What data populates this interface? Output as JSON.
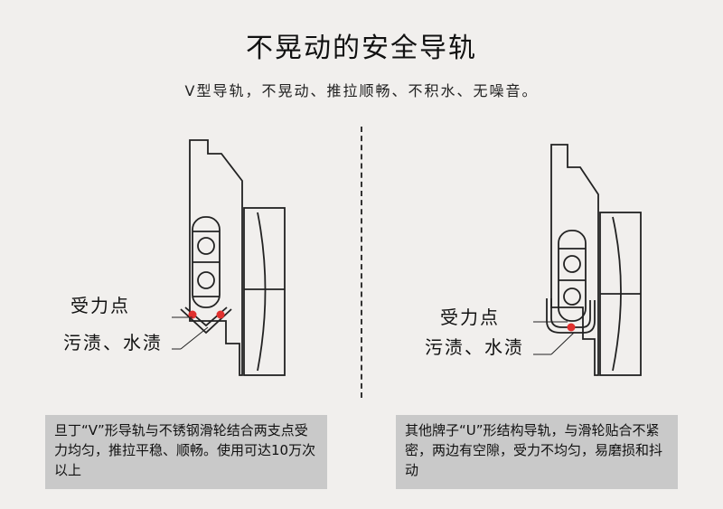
{
  "title": "不晃动的安全导轨",
  "subtitle": "V型导轨，不晃动、推拉顺畅、不积水、无噪音。",
  "left": {
    "label_force": "受力点",
    "label_stain": "污渍、水渍",
    "caption": "旦丁“V”形导轨与不锈钢滑轮结合两支点受力均匀，推拉平稳、顺畅。使用可达10万次以上"
  },
  "right": {
    "label_force": "受力点",
    "label_stain": "污渍、水渍",
    "caption": "其他牌子“U”形结构导轨，与滑轮贴合不紧密，两边有空隙，受力不均匀，易磨损和抖动"
  },
  "colors": {
    "background": "#f1efed",
    "caption_box": "#c9c9c9",
    "force_point": "#e0302e"
  }
}
